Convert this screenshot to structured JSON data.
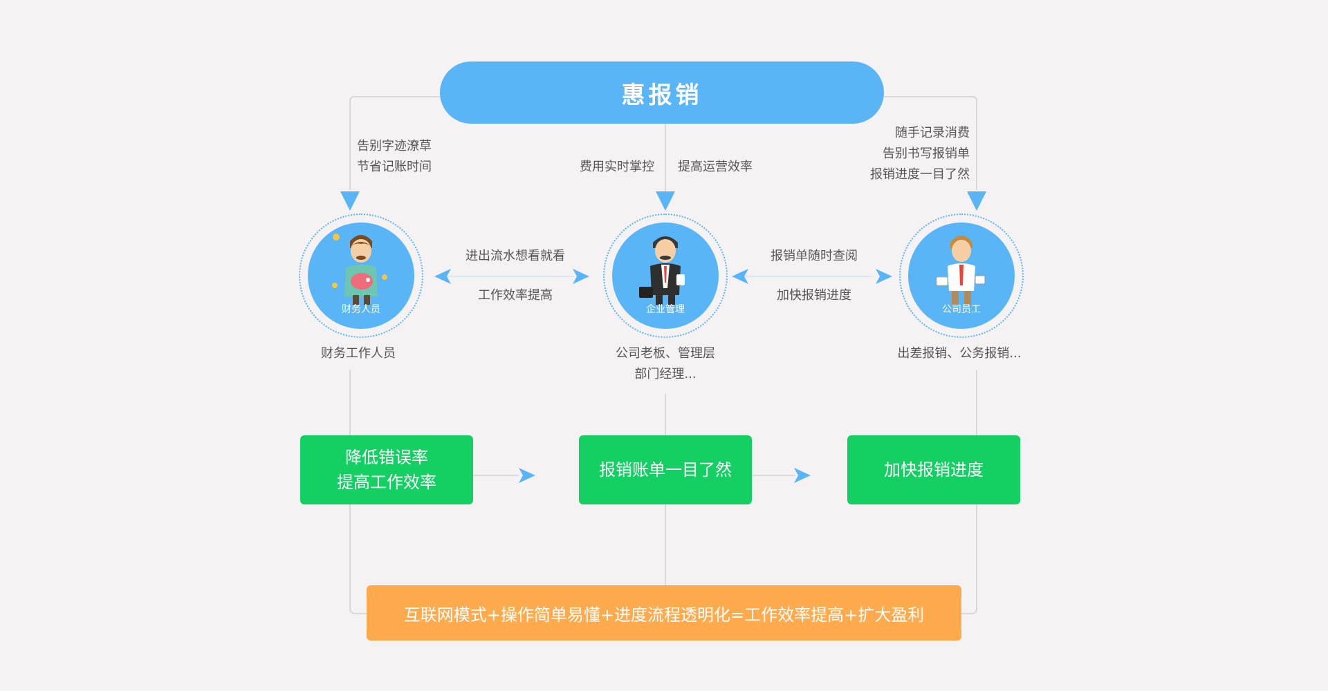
{
  "title": "惠报销",
  "notes": {
    "left_top": [
      "告别字迹潦草",
      "节省记账时间"
    ],
    "center_top_left": "费用实时掌控",
    "center_top_right": "提高运营效率",
    "right_top": [
      "随手记录消费",
      "告别书写报销单",
      "报销进度一目了然"
    ],
    "middle_left_top": "进出流水想看就看",
    "middle_left_bottom": "工作效率提高",
    "middle_right_top": "报销单随时查阅",
    "middle_right_bottom": "加快报销进度"
  },
  "roles": [
    {
      "label": "财务人员",
      "caption": [
        "财务工作人员"
      ]
    },
    {
      "label": "企业管理",
      "caption": [
        "公司老板、管理层",
        "部门经理..."
      ]
    },
    {
      "label": "公司员工",
      "caption": [
        "出差报销、公务报销..."
      ]
    }
  ],
  "benefits": [
    {
      "lines": [
        "降低错误率",
        "提高工作效率"
      ]
    },
    {
      "lines": [
        "报销账单一目了然"
      ]
    },
    {
      "lines": [
        "加快报销进度"
      ]
    }
  ],
  "summary": "互联网模式+操作简单易懂+进度流程透明化=工作效率提高+扩大盈利",
  "colors": {
    "blue": "#5ab5f7",
    "green": "#14cf62",
    "orange": "#ffaa4c",
    "background": "#f4f2f2"
  },
  "icons": [
    "accountant-figure",
    "manager-figure",
    "employee-figure"
  ]
}
